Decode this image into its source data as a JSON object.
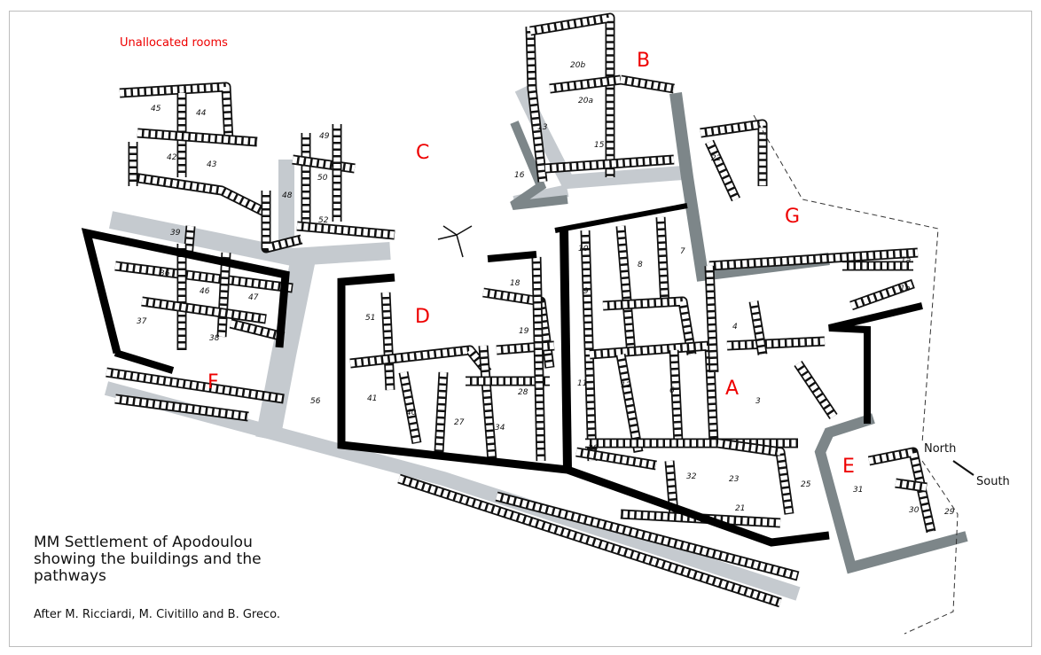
{
  "title_note": "Unallocated rooms",
  "caption": "MM Settlement of Apodoulou showing the buildings and the pathways",
  "credit": "After M. Ricciardi, M. Civitillo and B. Greco.",
  "compass": {
    "north": "North",
    "south": "South",
    "icon": "compass-arrow-icon"
  },
  "buildings": [
    "A",
    "B",
    "C",
    "D",
    "E",
    "F",
    "G"
  ],
  "rooms": [
    "45",
    "44",
    "42",
    "43",
    "49",
    "50",
    "48",
    "52",
    "39",
    "36",
    "46",
    "47",
    "37",
    "38",
    "51",
    "56",
    "41",
    "40",
    "27",
    "34",
    "28",
    "18",
    "19",
    "20b",
    "20a",
    "15",
    "13",
    "16",
    "22",
    "10",
    "8",
    "7",
    "9",
    "11",
    "12",
    "6",
    "4",
    "3",
    "1a",
    "1b",
    "26",
    "32",
    "23",
    "25",
    "21",
    "31",
    "30",
    "29"
  ],
  "colors": {
    "label": "#e00000",
    "pathway": "#c5cacf",
    "wall": "#000000",
    "dark_pathway": "#7d8689"
  }
}
